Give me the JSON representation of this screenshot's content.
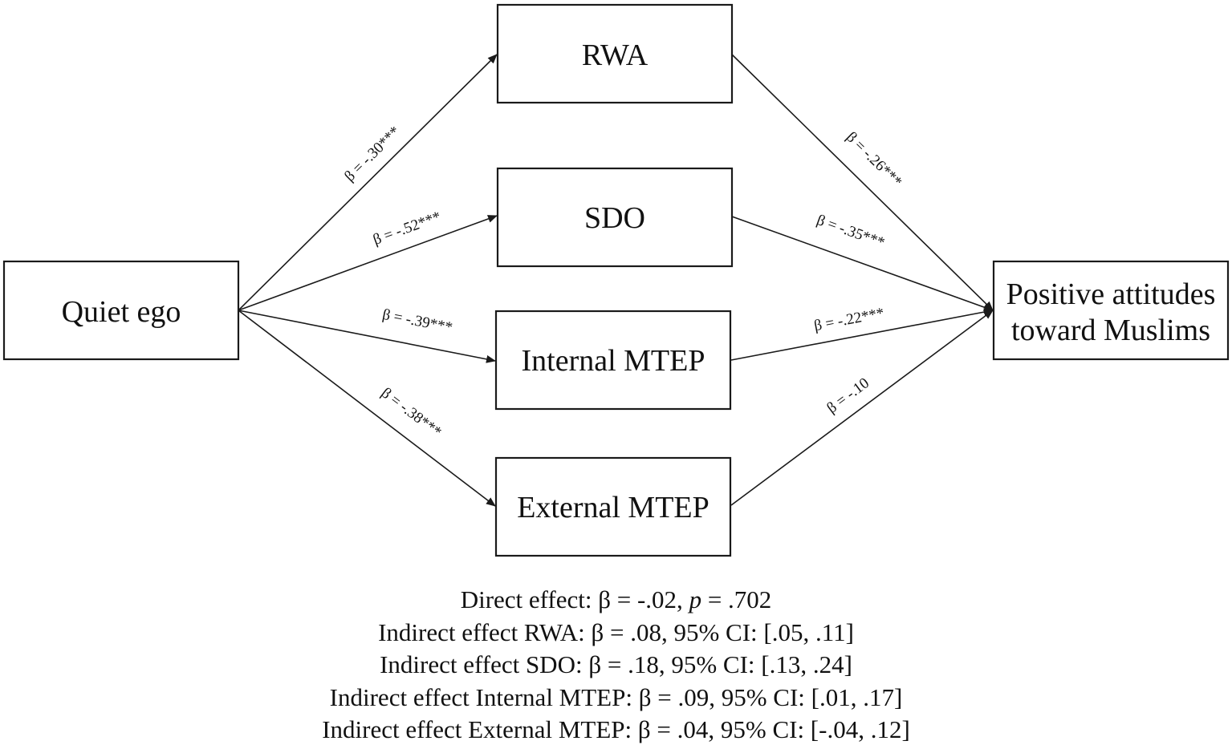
{
  "nodes": {
    "quiet_ego": "Quiet ego",
    "rwa": "RWA",
    "sdo": "SDO",
    "internal_mtep": "Internal MTEP",
    "external_mtep": "External MTEP",
    "outcome_line1": "Positive attitudes",
    "outcome_line2": "toward Muslims"
  },
  "paths": {
    "quiet_ego_to_rwa": "β = -.30***",
    "quiet_ego_to_sdo": "β = -.52***",
    "quiet_ego_to_internal_mtep": "β = -.39***",
    "quiet_ego_to_external_mtep": "β = -.38***",
    "rwa_to_outcome": "β = -.26***",
    "sdo_to_outcome": "β = -.35***",
    "internal_mtep_to_outcome": "β = -.22***",
    "external_mtep_to_outcome": "β = -.10"
  },
  "effects": {
    "direct_prefix": "Direct effect: β = -.02, ",
    "direct_p": "p",
    "direct_suffix": " = .702",
    "indirect_rwa": "Indirect effect RWA: β = .08, 95% CI: [.05, .11]",
    "indirect_sdo": "Indirect effect SDO: β = .18, 95% CI: [.13, .24]",
    "indirect_internal": "Indirect effect Internal MTEP: β = .09, 95% CI: [.01, .17]",
    "indirect_external": "Indirect effect External MTEP: β = .04, 95% CI: [-.04, .12]"
  }
}
